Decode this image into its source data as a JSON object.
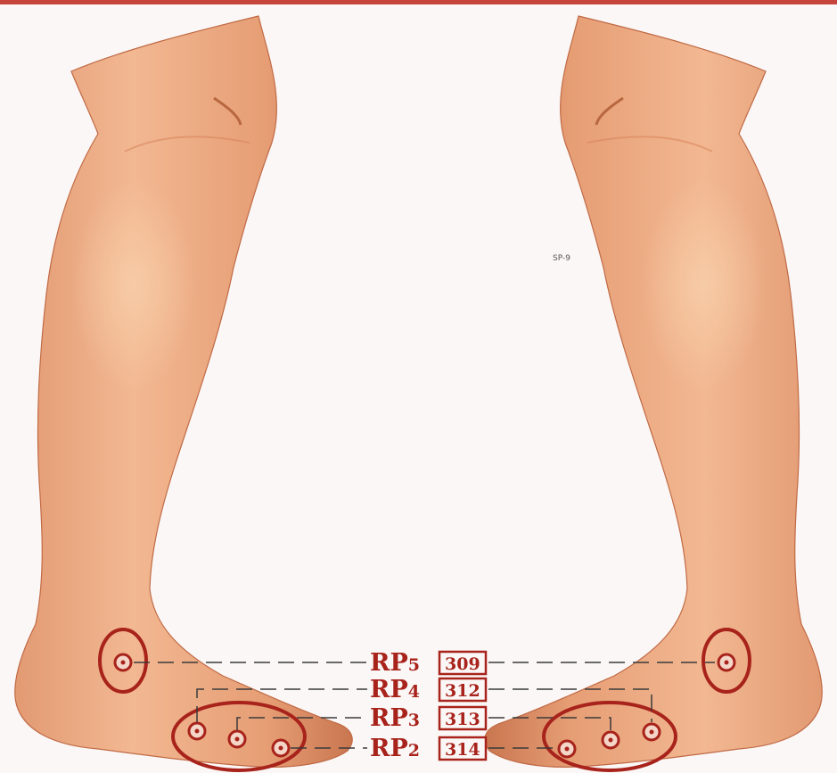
{
  "diagram": {
    "colors": {
      "accent": "#a8231b",
      "skin": "#e8a27a",
      "skin_shadow": "#c97a55",
      "background": "#fbf7f6"
    },
    "points": [
      {
        "code": "RP",
        "num": "5",
        "ref": "309"
      },
      {
        "code": "RP",
        "num": "4",
        "ref": "312"
      },
      {
        "code": "RP",
        "num": "3",
        "ref": "313"
      },
      {
        "code": "RP",
        "num": "2",
        "ref": "314"
      }
    ],
    "margin_mark": "SP-9"
  }
}
